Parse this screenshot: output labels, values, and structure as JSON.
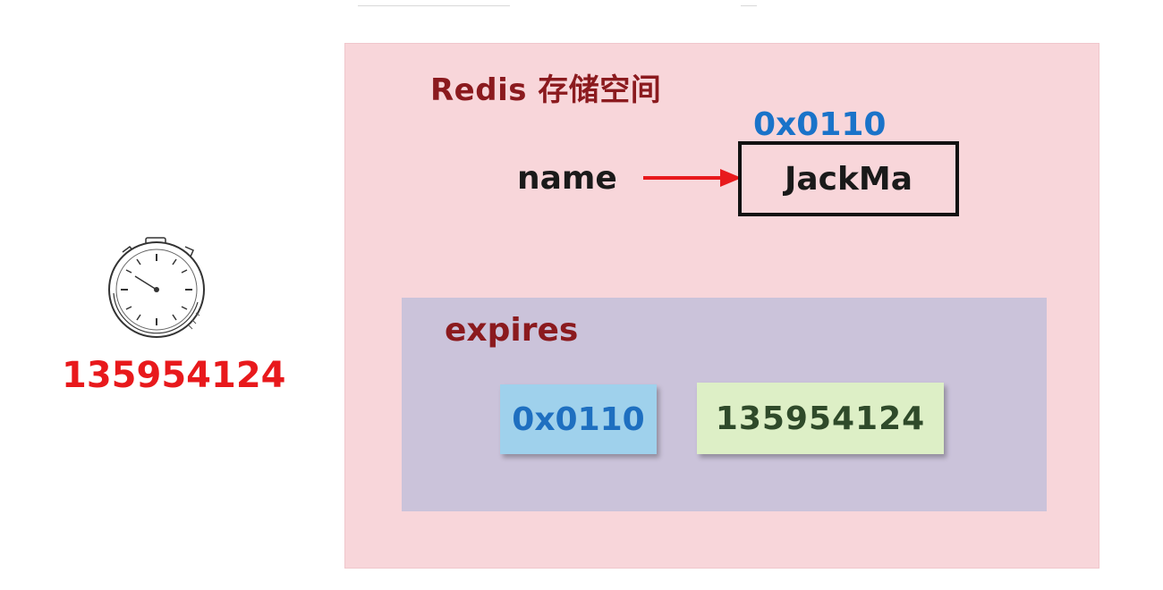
{
  "diagram": {
    "storage_title": "Redis 存储空间",
    "key_address": "0x0110",
    "key_name": "name",
    "key_value": "JackMa",
    "expires": {
      "title": "expires",
      "entry_key": "0x0110",
      "entry_value": "135954124"
    },
    "clock": {
      "time_value": "135954124"
    }
  },
  "colors": {
    "storage_panel": "#f8d6da",
    "expires_panel": "#cbc3da",
    "title_red": "#8b1a1e",
    "address_blue": "#1a73c9",
    "arrow_red": "#e8191c",
    "key_box": "#9fd1ec",
    "value_box": "#ddefc6"
  },
  "icons": {
    "clock": "stopwatch-icon",
    "pointer": "arrow-right-icon"
  }
}
